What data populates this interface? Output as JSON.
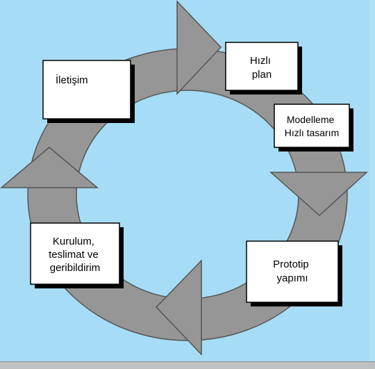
{
  "steps": [
    {
      "id": "iletisim",
      "lines": [
        "İletişim"
      ]
    },
    {
      "id": "hizli-plan",
      "lines": [
        "Hızlı",
        "plan"
      ]
    },
    {
      "id": "modelleme",
      "lines": [
        "Modelleme",
        "Hızlı tasarım"
      ]
    },
    {
      "id": "prototip",
      "lines": [
        "Prototip",
        "yapımı"
      ]
    },
    {
      "id": "kurulum",
      "lines": [
        "Kurulum,",
        "teslimat ve",
        "geribildirim"
      ]
    }
  ],
  "colors": {
    "background": "#a6dcf5",
    "ring": "#969696",
    "box_fill": "#ffffff",
    "box_shadow": "#000000"
  }
}
